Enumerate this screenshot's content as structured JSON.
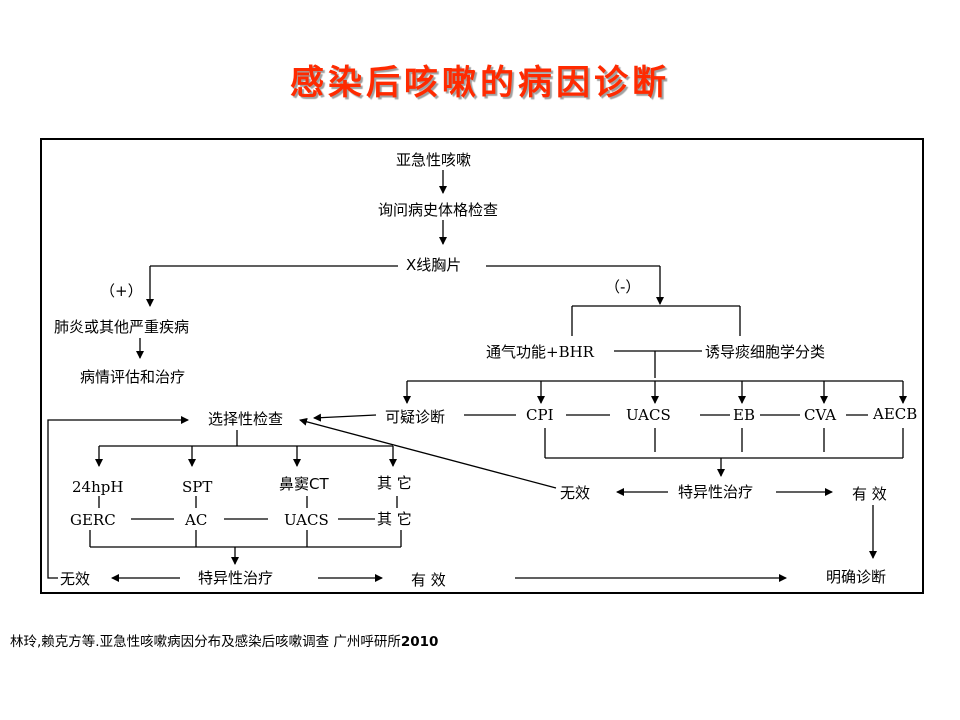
{
  "title": "感染后咳嗽的病因诊断",
  "nodes": {
    "subacute_cough": "亚急性咳嗽",
    "history_exam": "询问病史体格检查",
    "xray": "X线胸片",
    "positive": "（+）",
    "negative": "（-）",
    "pneumonia": "肺炎或其他严重疾病",
    "assess_treat": "病情评估和治疗",
    "lung_function": "通气功能+BHR",
    "sputum": "诱导痰细胞学分类",
    "suspected": "可疑诊断",
    "cpi": "CPI",
    "uacs_right": "UACS",
    "eb": "EB",
    "cva": "CVA",
    "aecb": "AECB",
    "selective_exam": "选择性检查",
    "invalid_right": "无效",
    "specific_right": "特异性治疗",
    "effective_right": "有 效",
    "ph24": "24hpH",
    "spt": "SPT",
    "sinus_ct": "鼻窦CT",
    "other_top": "其 它",
    "gerc": "GERC",
    "ac": "AC",
    "uacs_left": "UACS",
    "other_bottom": "其 它",
    "invalid_left": "无效",
    "specific_left": "特异性治疗",
    "effective_left": "有 效",
    "confirmed": "明确诊断"
  },
  "citation": {
    "text": "林玲,赖克方等.亚急性咳嗽病因分布及感染后咳嗽调查  广州呼研所",
    "year": "2010"
  },
  "colors": {
    "title": "#ff2a00",
    "lines": "#000000"
  }
}
